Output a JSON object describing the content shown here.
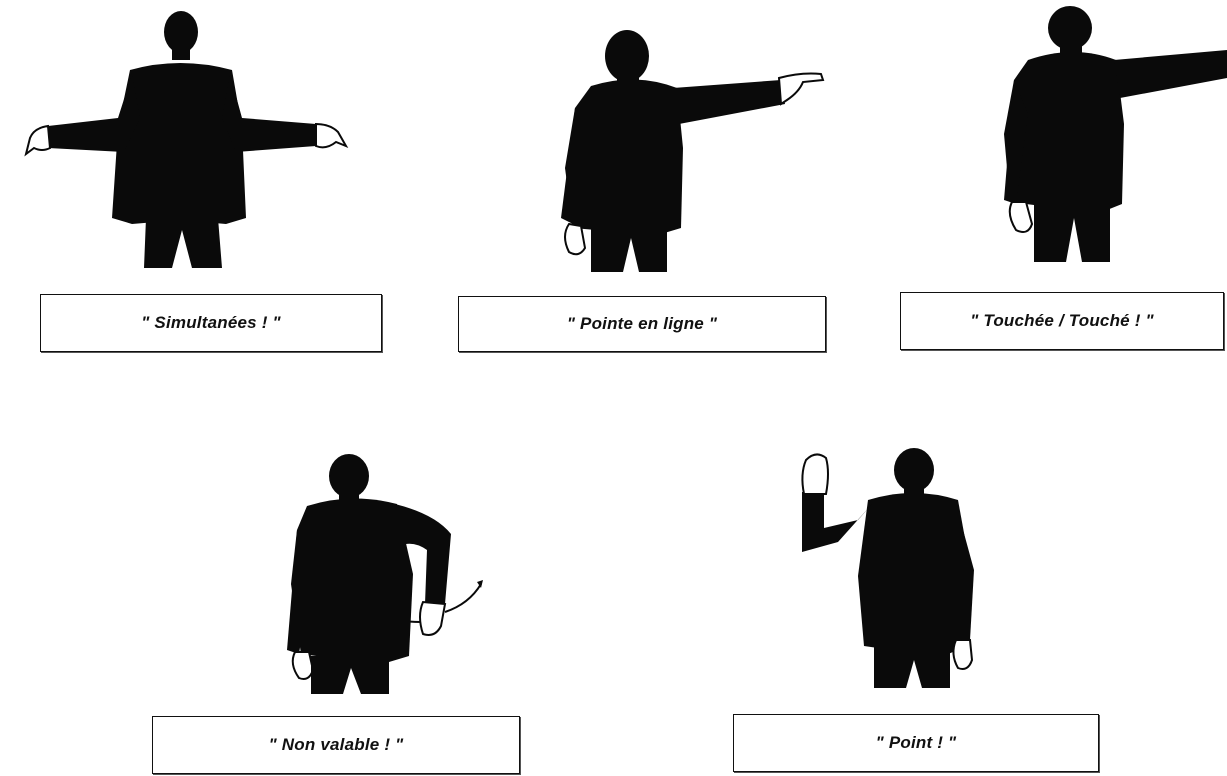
{
  "signals": [
    {
      "id": "simultanees",
      "label": "\" Simultanées ! \""
    },
    {
      "id": "pointe-en-ligne",
      "label": "\" Pointe en ligne \""
    },
    {
      "id": "touchee",
      "label": "\" Touchée / Touché ! \""
    },
    {
      "id": "non-valable",
      "label": "\" Non valable ! \""
    },
    {
      "id": "point",
      "label": "\" Point ! \""
    }
  ],
  "colors": {
    "figure": "#0a0a0a",
    "outline": "#111111",
    "background": "#ffffff"
  }
}
